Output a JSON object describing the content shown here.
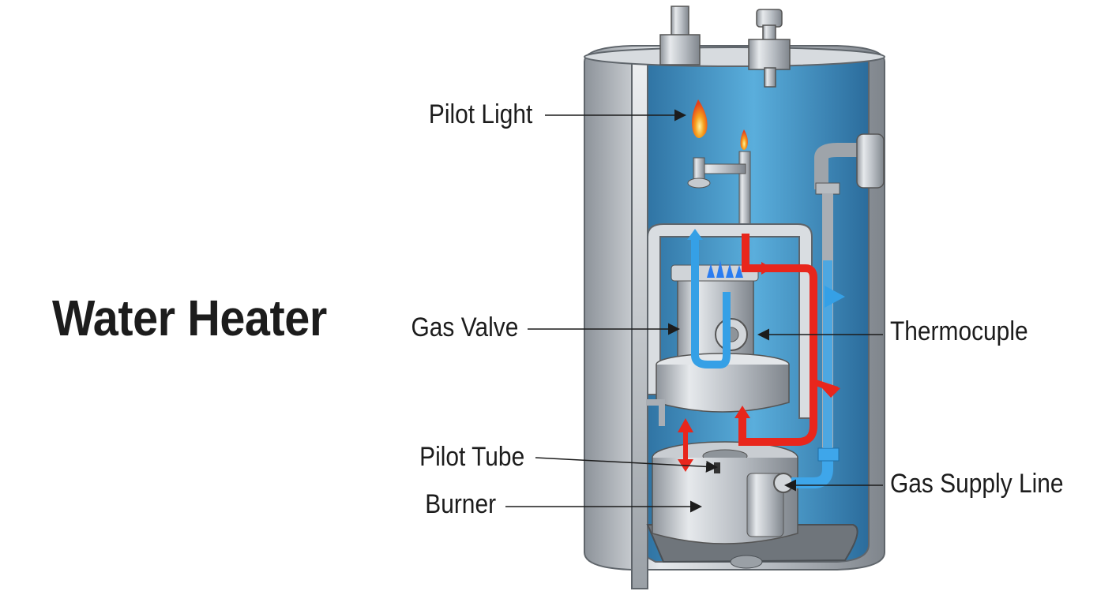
{
  "title": "Water Heater",
  "labels": {
    "pilot_light": "Pilot Light",
    "gas_valve": "Gas Valve",
    "pilot_tube": "Pilot Tube",
    "burner": "Burner",
    "thermocouple": "Thermocuple",
    "gas_supply_line": "Gas Supply Line"
  },
  "colors": {
    "tank_steel": "#b9bec4",
    "water_blue": "#3d89c4",
    "hot_flow": "#e8261c",
    "cold_flow": "#35a0e6",
    "flame_orange": "#f2701a",
    "text": "#1c1c1c"
  }
}
